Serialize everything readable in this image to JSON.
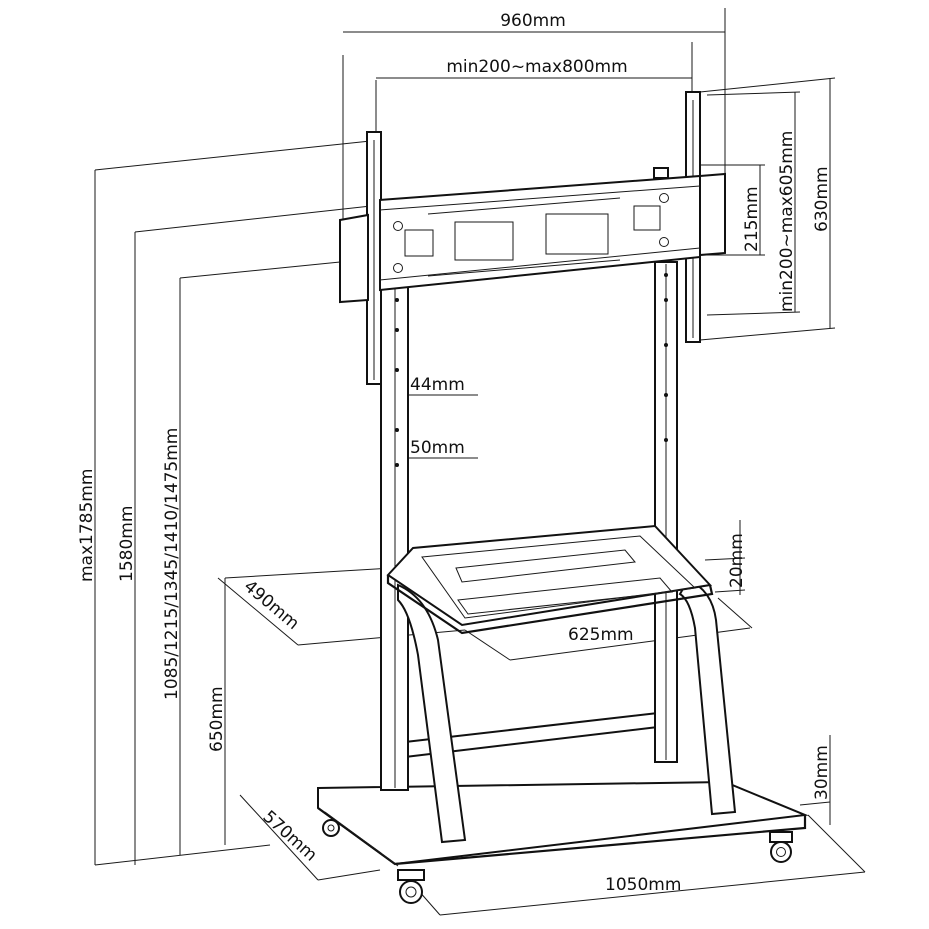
{
  "labels": {
    "overall_width": "960mm",
    "vesa_horizontal": "min200~max800mm",
    "vesa_vertical": "min200~max605mm",
    "bracket_height": "215mm",
    "bracket_total_height": "630mm",
    "max_height": "max1785mm",
    "height_1580": "1580mm",
    "height_options": "1085/1215/1345/1410/1475mm",
    "shelf_height": "650mm",
    "column_44": "44mm",
    "column_50": "50mm",
    "shelf_thickness": "20mm",
    "shelf_depth": "490mm",
    "shelf_width": "625mm",
    "base_thickness": "30mm",
    "base_depth": "570mm",
    "base_width": "1050mm"
  }
}
